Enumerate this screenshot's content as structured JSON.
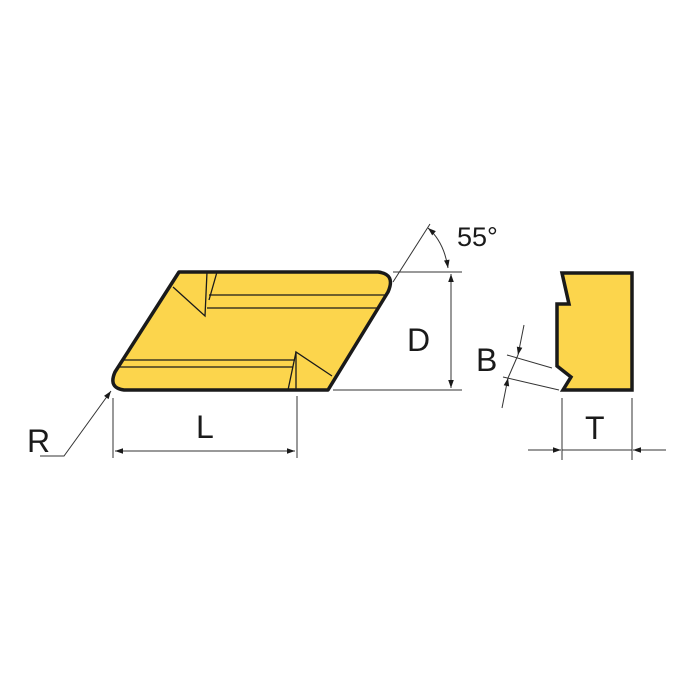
{
  "labels": {
    "angle": "55°",
    "height": "D",
    "length": "L",
    "radius": "R",
    "chamfer": "B",
    "thickness": "T"
  },
  "colors": {
    "insert_fill": "#FCD54C",
    "outline": "#1a1a1a",
    "dimension_line": "#333333"
  }
}
